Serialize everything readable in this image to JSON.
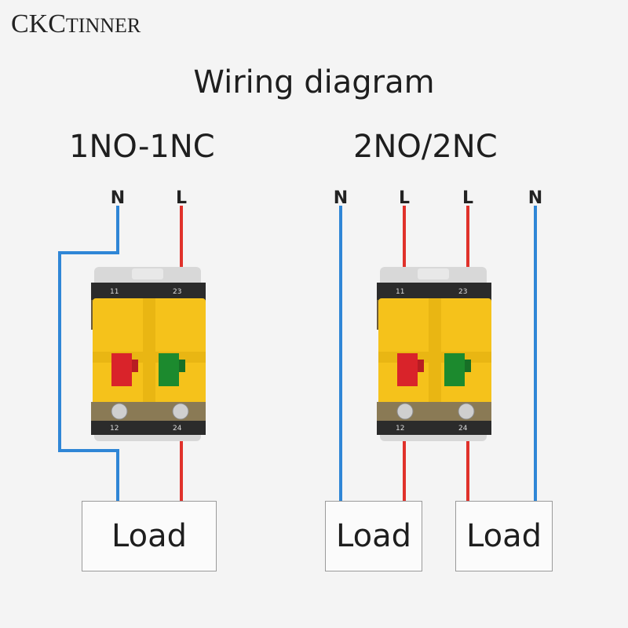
{
  "brand": {
    "big": "CKC",
    "small": "TINNER"
  },
  "title": "Wiring diagram",
  "left": {
    "subtitle": "1NO-1NC",
    "labels": [
      "N",
      "L"
    ],
    "load": "Load",
    "terminals": {
      "top_left": "11",
      "top_right": "23",
      "bottom_left": "12",
      "bottom_right": "24"
    }
  },
  "right": {
    "subtitle": "2NO/2NC",
    "labels": [
      "N",
      "L",
      "L",
      "N"
    ],
    "loads": [
      "Load",
      "Load"
    ],
    "terminals": {
      "top_left": "11",
      "top_right": "23",
      "bottom_left": "12",
      "bottom_right": "24"
    }
  },
  "colors": {
    "neutral_wire": "#2f86d6",
    "live_wire": "#e0312b",
    "body": "#f5c21b",
    "terminal_block": "#2b2b2b",
    "nc_button": "#d9232a",
    "no_button": "#1c8a2e"
  }
}
